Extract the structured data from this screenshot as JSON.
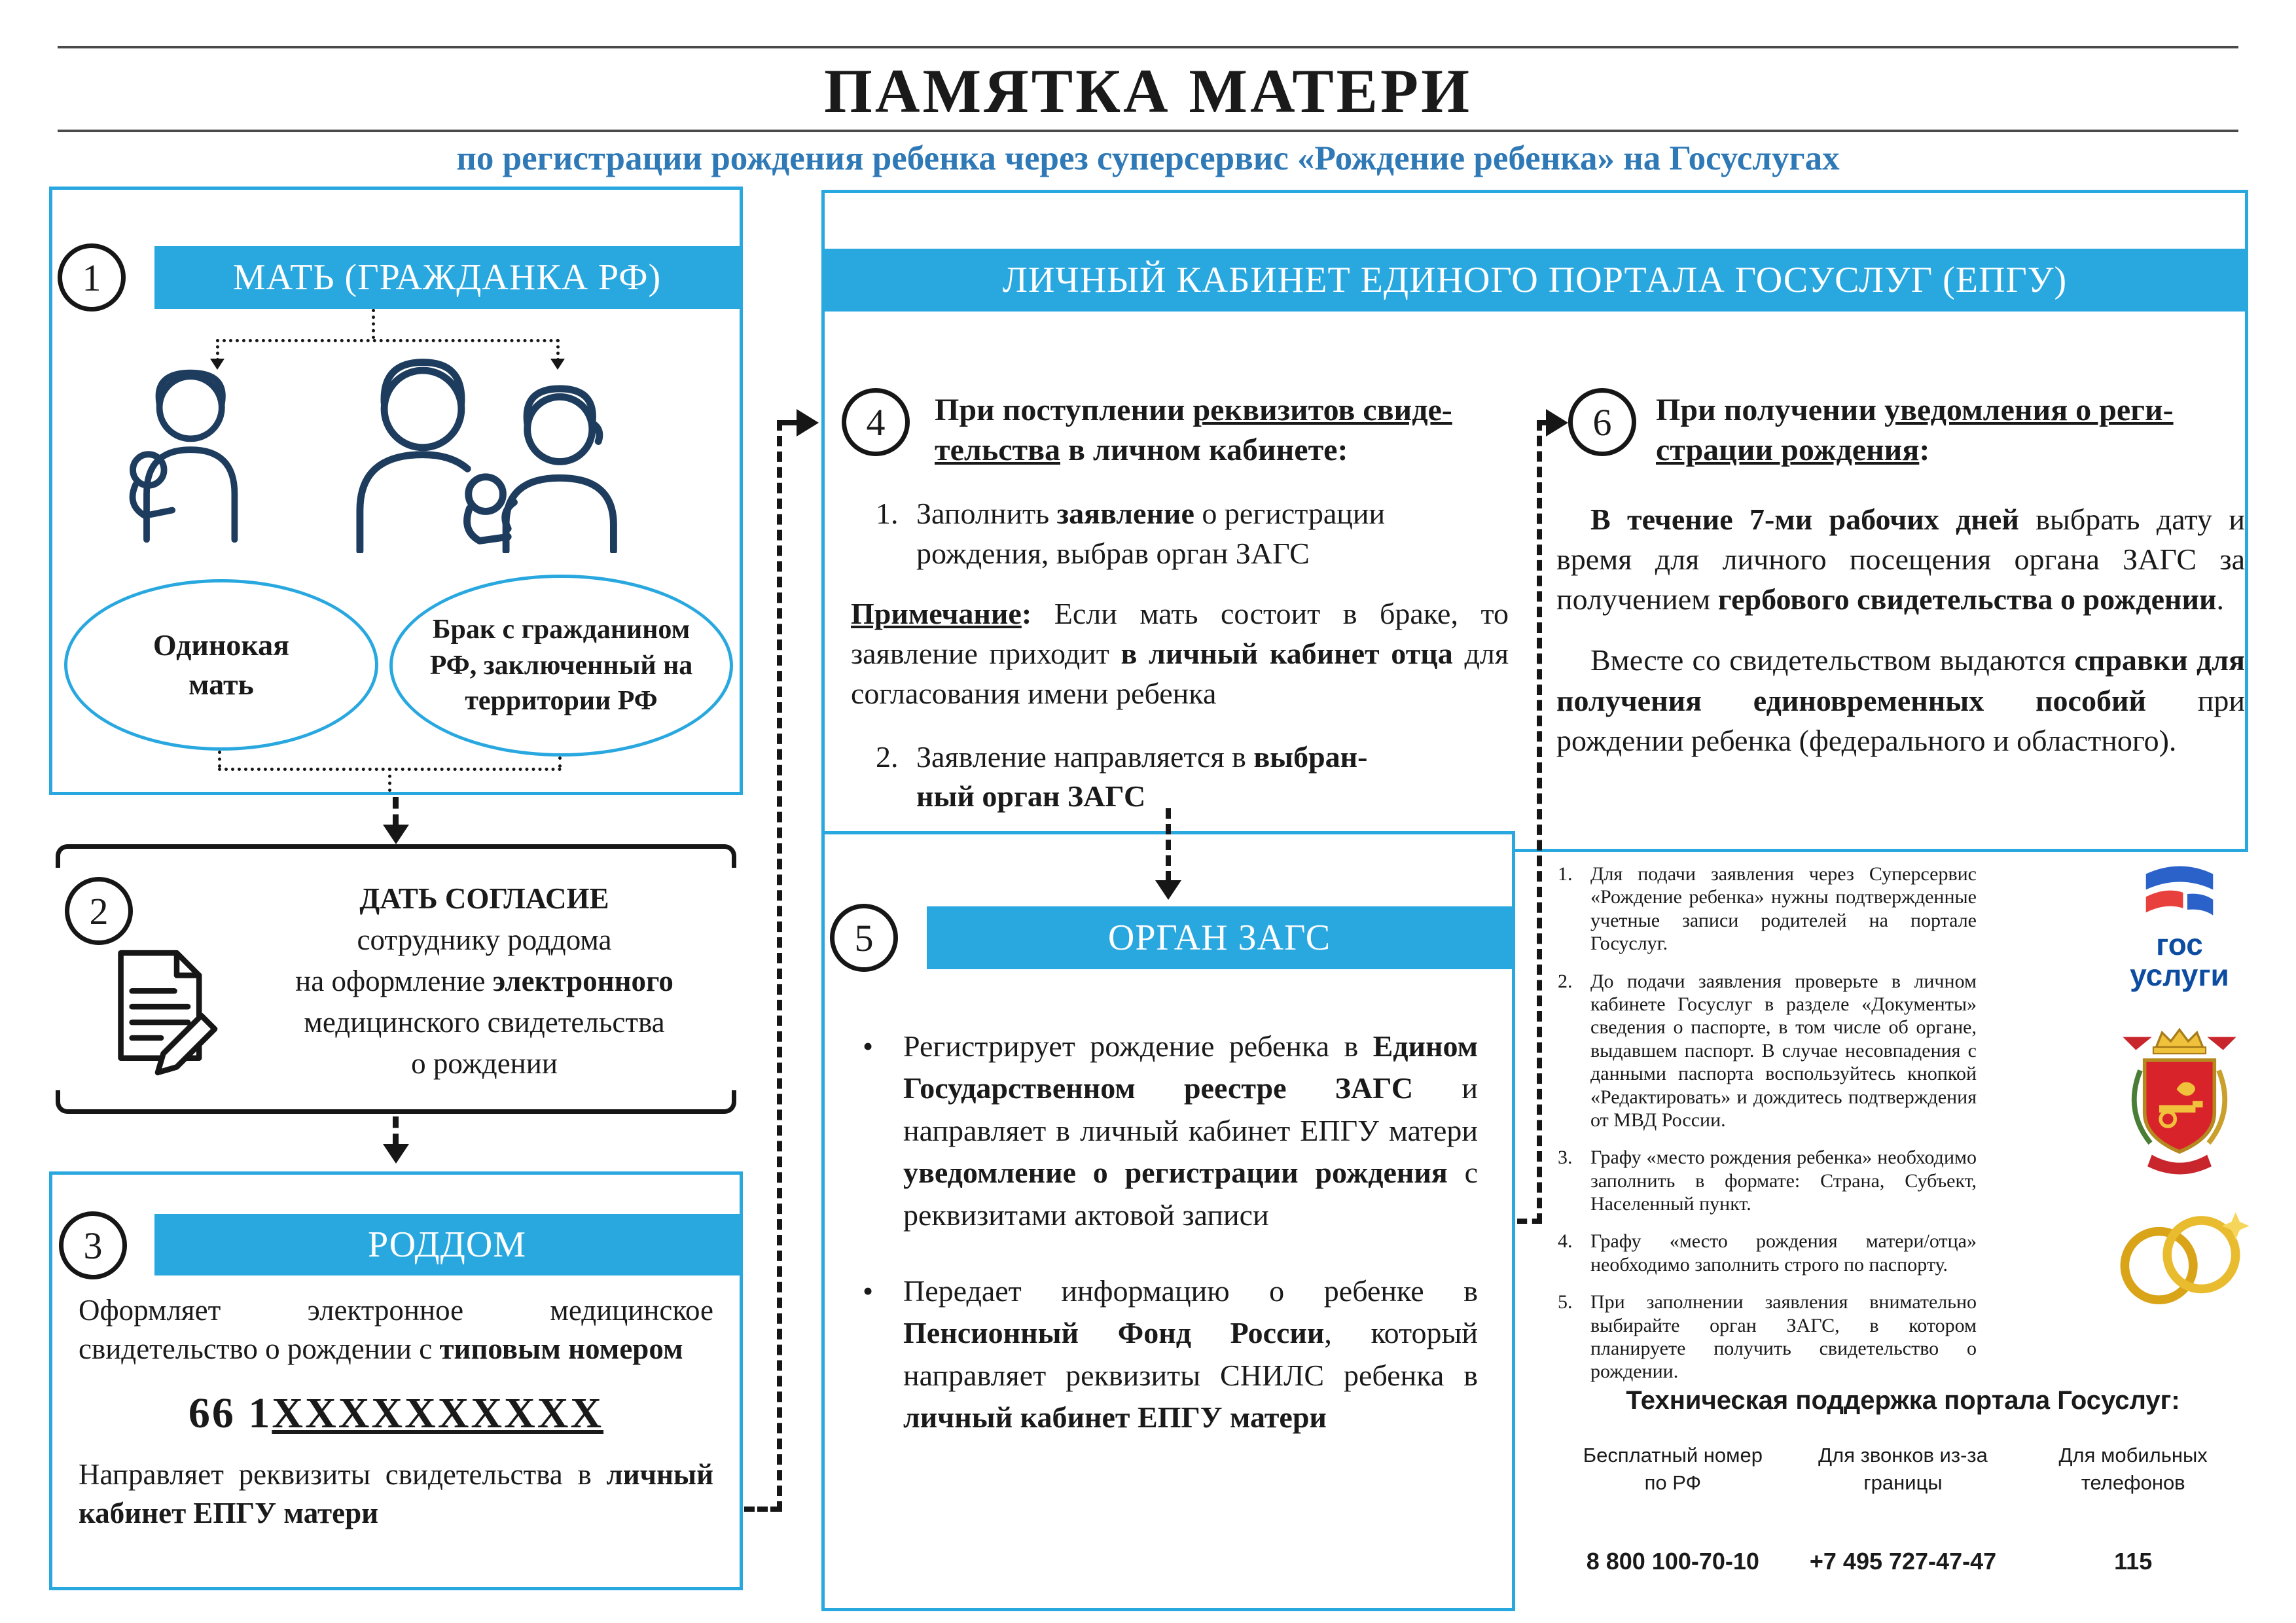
{
  "colors": {
    "accent_blue": "#29a8e0",
    "subtitle_blue": "#2e79b6",
    "ink": "#1a1a1a",
    "icon_line": "#1d3c5e",
    "gold": "#d9a418",
    "heraldic_red": "#d8232a",
    "logo_blue": "#0d4da1"
  },
  "header": {
    "title": "ПАМЯТКА МАТЕРИ",
    "subtitle": "по регистрации рождения ребенка через суперсервис «Рождение ребенка» на Госуслугах"
  },
  "step1": {
    "number": "1",
    "title": "МАТЬ (ГРАЖДАНКА РФ)",
    "oval_left_html": "Одинокая<br>мать",
    "oval_right_html": "Брак с гражданином<br>РФ, заключенный на<br>территории РФ"
  },
  "step2": {
    "number": "2",
    "text_html": "<b>ДАТЬ СОГЛАСИЕ</b><br>сотруднику роддома<br>на оформление <b>электронного</b><br>медицинского свидетельства<br>о рождении"
  },
  "step3": {
    "number": "3",
    "title": "РОДДОМ",
    "para1_html": "Оформляет электронное медицинское свидетельство о рождении с <b>типовым номером</b>",
    "certificate_number_html": "66 1<u>ХХХХХХХХХХ</u>",
    "para2_html": "Направляет реквизиты свидетельства в <b>личный кабинет ЕПГУ матери</b>"
  },
  "epgu": {
    "title": "ЛИЧНЫЙ КАБИНЕТ ЕДИНОГО ПОРТАЛА ГОСУСЛУГ (ЕПГУ)"
  },
  "step4": {
    "number": "4",
    "heading_html": "При поступлении <u>реквизитов свиде-</u><br><u>тельства</u> в личном кабинете:",
    "item1_num": "1.",
    "item1_html": "Заполнить <b>заявление</b> о регистрации рождения, выбрав орган ЗАГС",
    "note_html": "<b><u>Примечание</u>:</b> Если мать состоит в браке, то заявление приходит <b>в личный кабинет отца</b> для согласования имени ребенка",
    "item2_num": "2.",
    "item2_html": "Заявление направляется в <b>выбран-<br>ный орган ЗАГС</b>"
  },
  "step5": {
    "number": "5",
    "title": "ОРГАН ЗАГС",
    "bullet_char": "•",
    "bullet1_html": "Регистрирует рождение ребенка в <b>Едином Государственном реестре ЗАГС</b> и направляет в личный кабинет ЕПГУ матери <b>уведомление о регистрации рождения</b> с реквизитами актовой записи",
    "bullet2_html": "Передает информацию о ребенке в <b>Пенсионный Фонд России</b>, который направляет реквизиты СНИЛС ребенка в <b>личный кабинет ЕПГУ матери</b>"
  },
  "step6": {
    "number": "6",
    "heading_html": "При получении <u>уведомления о реги-</u><br><u>страции рождения</u>:",
    "para1_html": "<b>В течение 7-ми рабочих дней</b> выбрать дату и время для личного посещения органа ЗАГС за получением <b>гербового свидетельства о рождении</b>.",
    "para2_html": "Вместе со свидетельством выдаются <b>справки для получения единовременных пособий</b> при рождении ребенка (федерального и областного)."
  },
  "notes": {
    "items": [
      {
        "num": "1.",
        "text": "Для подачи заявления через Суперсервис «Рождение ребенка» нужны подтвержденные учетные записи родителей на портале Госуслуг."
      },
      {
        "num": "2.",
        "text": "До подачи заявления проверьте в личном кабинете Госуслуг в разделе «Документы» сведения о паспорте, в том числе об органе, выдавшем паспорт. В случае несовпадения с данными паспорта воспользуйтесь кнопкой «Редактировать» и дождитесь подтверждения от МВД России."
      },
      {
        "num": "3.",
        "text": "Графу «место рождения ребенка» необходимо заполнить в формате: Страна, Субъект, Населенный пункт."
      },
      {
        "num": "4.",
        "text": "Графу «место рождения матери/отца» необходимо заполнить строго по паспорту."
      },
      {
        "num": "5.",
        "text": "При заполнении заявления внимательно выбирайте орган ЗАГС, в котором планируете получить свидетельство о рождении."
      }
    ]
  },
  "logos": {
    "gosuslugi_top": "гос",
    "gosuslugi_bottom": "услуги"
  },
  "support": {
    "title": "Техническая поддержка портала Госуслуг:",
    "items": [
      {
        "label_html": "Бесплатный номер<br>по РФ",
        "value": "8 800 100-70-10"
      },
      {
        "label_html": "Для звонков из-за<br>границы",
        "value": "+7 495 727-47-47"
      },
      {
        "label_html": "Для мобильных<br>телефонов",
        "value": "115"
      }
    ]
  }
}
